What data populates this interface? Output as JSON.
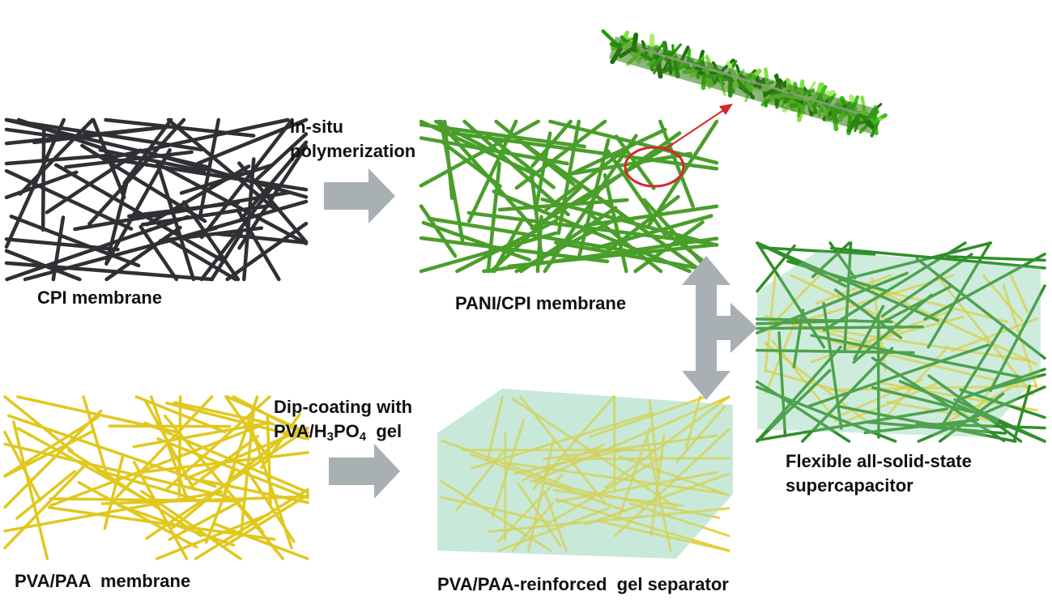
{
  "labels": {
    "cpi": "CPI membrane",
    "pani": "PANI/CPI membrane",
    "pva": "PVA/PAA  membrane",
    "separator": "PVA/PAA-reinforced  gel separator",
    "capacitor_line1": "Flexible all-solid-state",
    "capacitor_line2": "supercapacitor"
  },
  "steps": {
    "step1_line1": "In-situ",
    "step1_line2": "polymerization",
    "step2_line1": "Dip-coating with",
    "step2_pre": "PVA/H",
    "step2_sub1": "3",
    "step2_mid": "PO",
    "step2_sub2": "4",
    "step2_post": "  gel"
  },
  "colors": {
    "cpi_fiber": "#2e3033",
    "pani_fiber": "#4a9e2a",
    "pva_fiber": "#e0c81e",
    "gel": "#a8dcc2",
    "arrow": "#a9b0b3",
    "highlight_circle": "#d8262a",
    "nanofiber": "#3fbf1c"
  }
}
